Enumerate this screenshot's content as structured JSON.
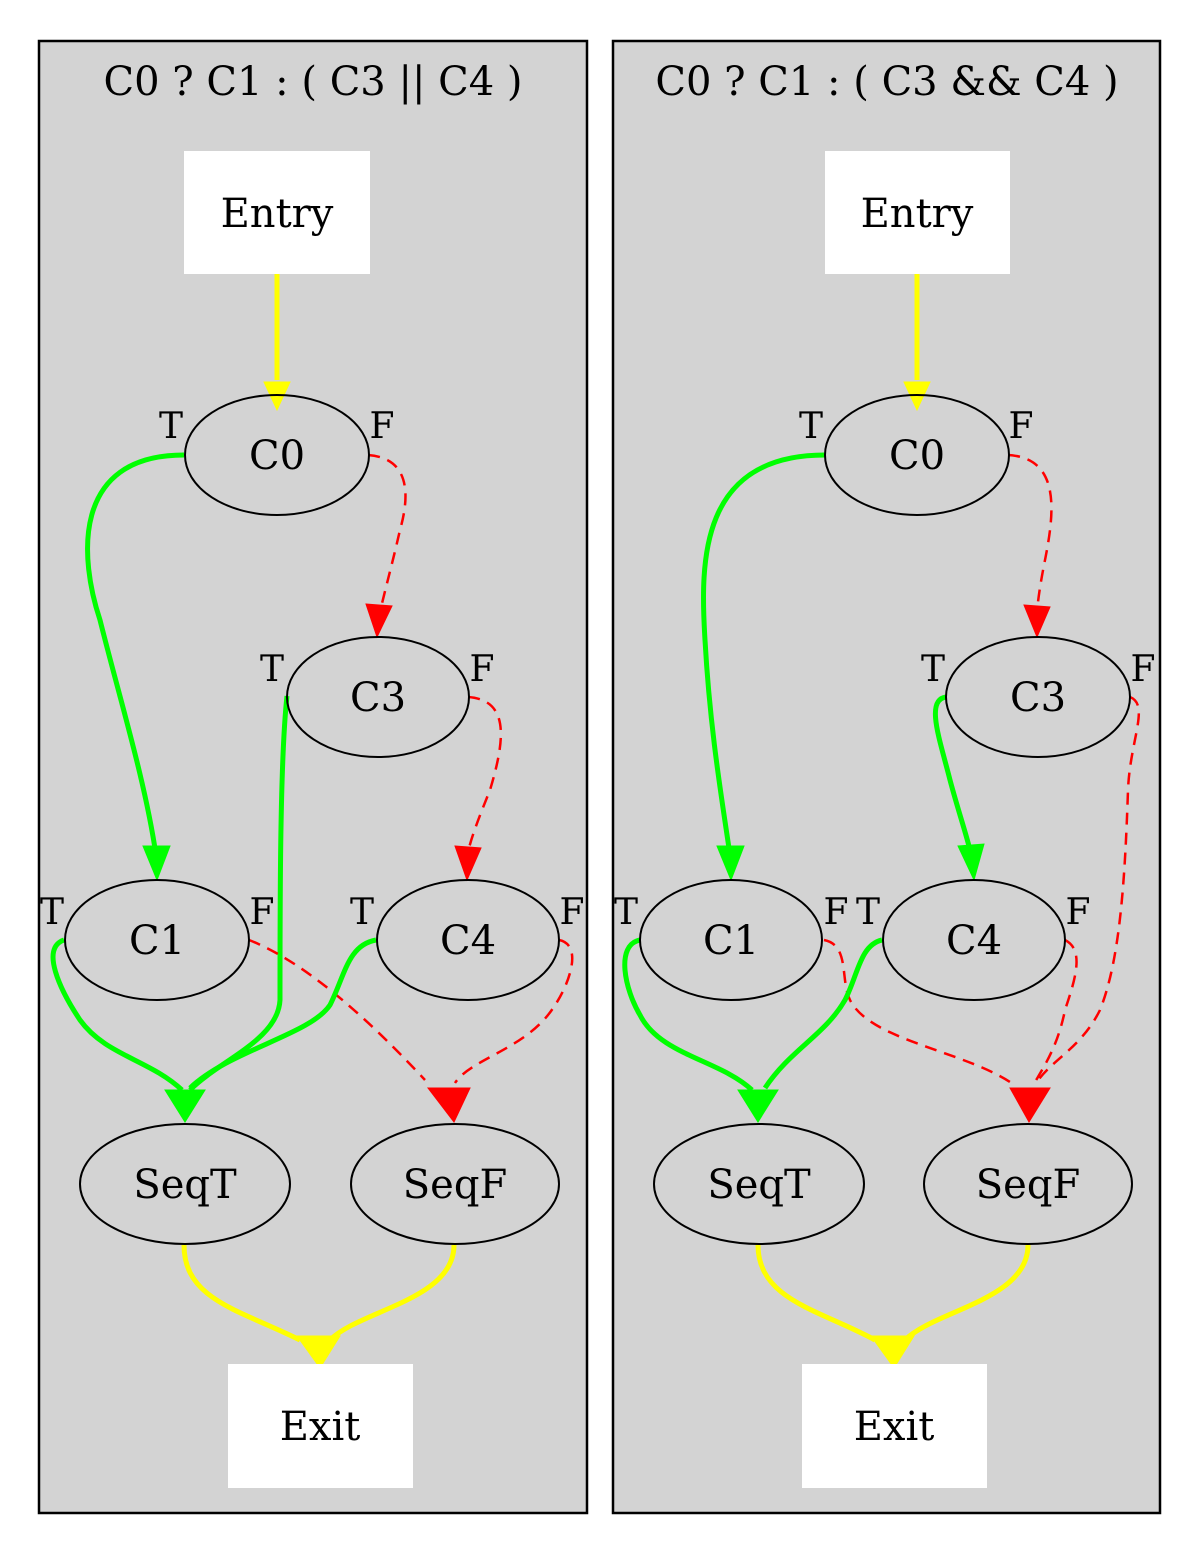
{
  "colors": {
    "panel_background": "#d3d3d3",
    "true_edge": "#00ff00",
    "false_edge": "#ff0000",
    "sequence_edge": "#ffff00"
  },
  "panels": [
    {
      "title": "C0 ? C1 : ( C3 || C4 )",
      "nodes": {
        "entry": "Entry",
        "c0": "C0",
        "c3": "C3",
        "c1": "C1",
        "c4": "C4",
        "seqt": "SeqT",
        "seqf": "SeqF",
        "exit": "Exit"
      },
      "ports": {
        "true": "T",
        "false": "F"
      }
    },
    {
      "title": "C0 ? C1 : ( C3 && C4 )",
      "nodes": {
        "entry": "Entry",
        "c0": "C0",
        "c3": "C3",
        "c1": "C1",
        "c4": "C4",
        "seqt": "SeqT",
        "seqf": "SeqF",
        "exit": "Exit"
      },
      "ports": {
        "true": "T",
        "false": "F"
      }
    }
  ]
}
